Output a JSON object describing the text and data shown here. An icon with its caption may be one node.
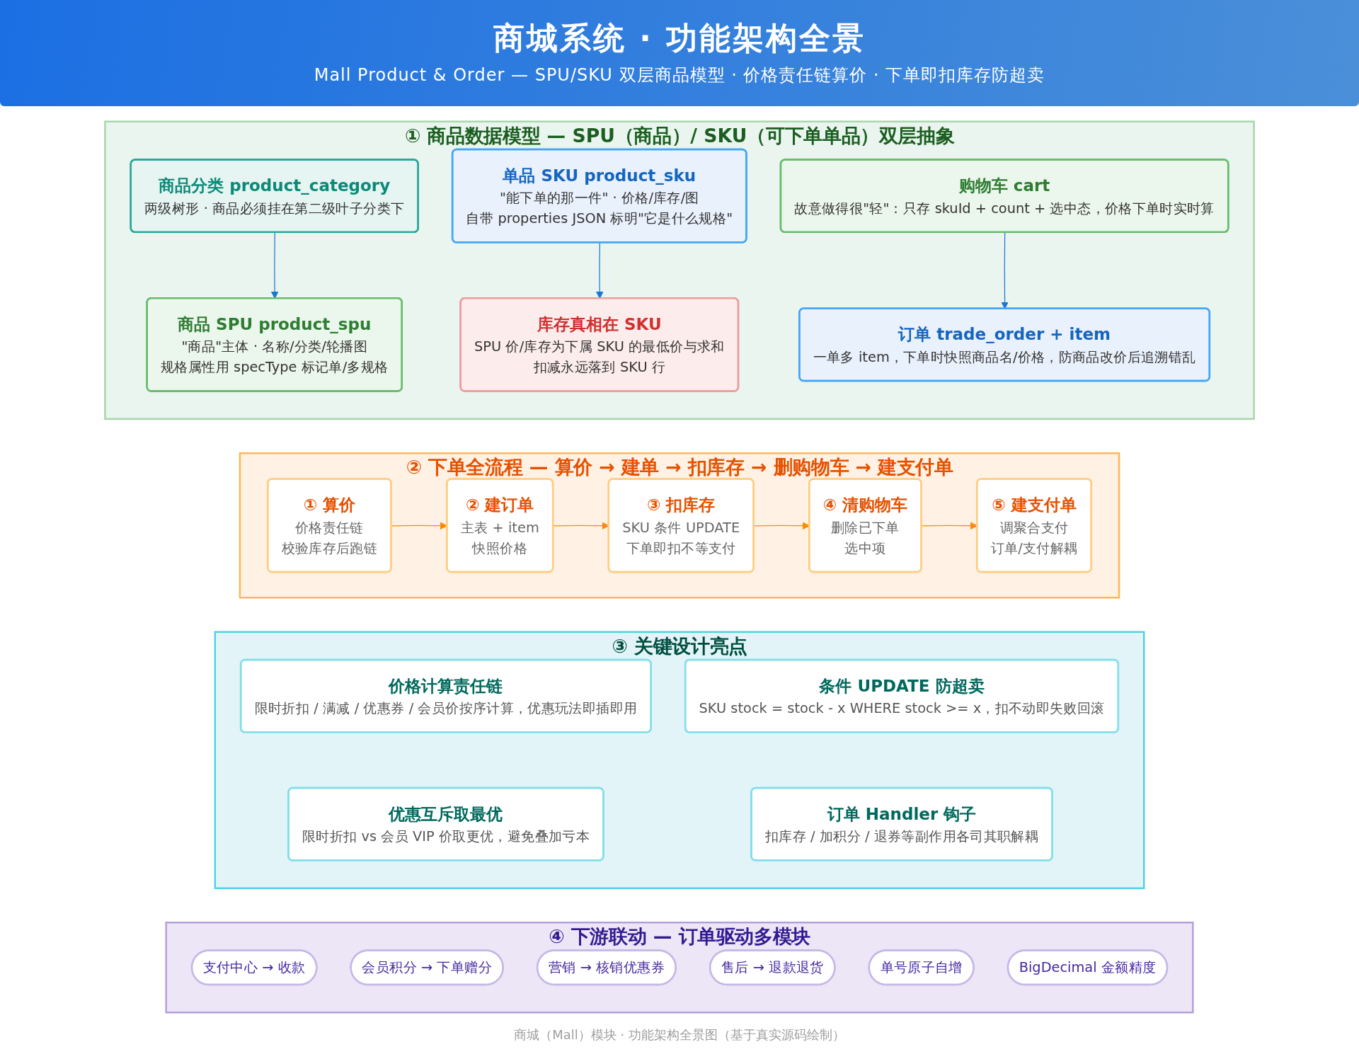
{
  "diagram": {
    "title": "商城系统 · 功能架构全景",
    "caption": "商城（Mall）模块 · 功能架构全景图（基于真实源码绘制）",
    "labels": [
      "Mall Product & Order — SPU/SKU 双层商品模型 · 价格责任链算价 · 下单即扣库存防超卖"
    ],
    "nodes": [
      {
        "text": [
          "① 商品数据模型 — SPU（商品）/ SKU（可下单单品）双层抽象"
        ]
      },
      {
        "text": [
          "商品分类 product_category",
          "两级树形 · 商品必须挂在第二级叶子分类下"
        ],
        "in": 0
      },
      {
        "text": [
          "单品 SKU product_sku",
          "\"能下单的那一件\" · 价格/库存/图",
          "自带 properties JSON 标明\"它是什么规格\""
        ],
        "in": 0
      },
      {
        "text": [
          "购物车 cart",
          "故意做得很\"轻\"：只存 skuId + count + 选中态，价格下单时实时算"
        ],
        "in": 0
      },
      {
        "text": [
          "商品 SPU product_spu",
          "\"商品\"主体 · 名称/分类/轮播图",
          "规格属性用 specType 标记单/多规格"
        ],
        "in": 0
      },
      {
        "text": [
          "库存真相在 SKU",
          "SPU 价/库存为下属 SKU 的最低价与求和",
          "扣减永远落到 SKU 行"
        ],
        "in": 0
      },
      {
        "text": [
          "订单 trade_order + item",
          "一单多 item，下单时快照商品名/价格，防商品改价后追溯错乱"
        ],
        "in": 0
      },
      {
        "text": [
          "② 下单全流程 — 算价 → 建单 → 扣库存 → 删购物车 → 建支付单"
        ]
      },
      {
        "text": [
          "① 算价",
          "价格责任链",
          "校验库存后跑链"
        ],
        "in": 7
      },
      {
        "text": [
          "② 建订单",
          "主表 + item",
          "快照价格"
        ],
        "in": 7
      },
      {
        "text": [
          "③ 扣库存",
          "SKU 条件 UPDATE",
          "下单即扣不等支付"
        ],
        "in": 7
      },
      {
        "text": [
          "④ 清购物车",
          "删除已下单",
          "选中项"
        ],
        "in": 7
      },
      {
        "text": [
          "⑤ 建支付单",
          "调聚合支付",
          "订单/支付解耦"
        ],
        "in": 7
      },
      {
        "text": [
          "③ 关键设计亮点"
        ]
      },
      {
        "text": [
          "价格计算责任链",
          "限时折扣 / 满减 / 优惠券 / 会员价按序计算，优惠玩法即插即用"
        ],
        "in": 13
      },
      {
        "text": [
          "条件 UPDATE 防超卖",
          "SKU stock = stock - x WHERE stock >= x，扣不动即失败回滚"
        ],
        "in": 13
      },
      {
        "text": [
          "优惠互斥取最优",
          "限时折扣 vs 会员 VIP 价取更优，避免叠加亏本"
        ],
        "in": 13
      },
      {
        "text": [
          "订单 Handler 钩子",
          "扣库存 / 加积分 / 退券等副作用各司其职解耦"
        ],
        "in": 13
      },
      {
        "text": [
          "④ 下游联动 — 订单驱动多模块"
        ]
      },
      {
        "text": [
          "支付中心 → 收款"
        ],
        "in": 18
      },
      {
        "text": [
          "会员积分 → 下单赠分"
        ],
        "in": 18
      },
      {
        "text": [
          "营销 → 核销优惠券"
        ],
        "in": 18
      },
      {
        "text": [
          "售后 → 退款退货"
        ],
        "in": 18
      },
      {
        "text": [
          "单号原子自增"
        ],
        "in": 18
      },
      {
        "text": [
          "BigDecimal 金额精度"
        ],
        "in": 18
      }
    ],
    "edges": [
      {
        "from": 1,
        "to": 4,
        "arrow": "to",
        "color": "#1976d2"
      },
      {
        "from": 2,
        "to": 5,
        "arrow": "to",
        "color": "#1976d2"
      },
      {
        "from": 3,
        "to": 6,
        "arrow": "to",
        "color": "#1976d2"
      },
      {
        "from": 8,
        "to": 9,
        "arrow": "to"
      },
      {
        "from": 9,
        "to": 10,
        "arrow": "to"
      },
      {
        "from": 10,
        "to": 11,
        "arrow": "to"
      },
      {
        "from": 11,
        "to": 12,
        "arrow": "to"
      }
    ]
  }
}
